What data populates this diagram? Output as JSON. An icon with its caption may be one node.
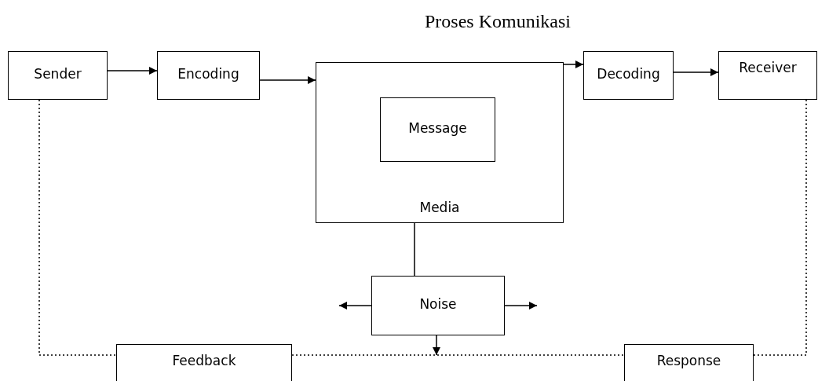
{
  "diagram": {
    "title": "Proses Komunikasi",
    "nodes": [
      {
        "text": [
          "Sender"
        ]
      },
      {
        "text": [
          "Encoding"
        ]
      },
      {
        "text": [
          "Media"
        ]
      },
      {
        "text": [
          "Message"
        ],
        "in": 2
      },
      {
        "text": [
          "Decoding"
        ]
      },
      {
        "text": [
          "Receiver"
        ]
      },
      {
        "text": [
          "Noise"
        ]
      },
      {
        "text": [
          "Feedback"
        ]
      },
      {
        "text": [
          "Response"
        ]
      }
    ],
    "edges": [
      {
        "from": 0,
        "to": 1,
        "arrow": "to"
      },
      {
        "from": 1,
        "to": 2,
        "arrow": "to"
      },
      {
        "from": 2,
        "to": 4,
        "arrow": "to"
      },
      {
        "from": 4,
        "to": 5,
        "arrow": "to"
      },
      {
        "from": 2,
        "to": 6,
        "arrow": "none"
      },
      {
        "from": 6,
        "to": null,
        "arrow": "to"
      },
      {
        "from": 6,
        "to": null,
        "arrow": "to"
      },
      {
        "from": 6,
        "to": null,
        "arrow": "to"
      },
      {
        "from": 0,
        "to": 7,
        "arrow": "none",
        "style": "dashed"
      },
      {
        "from": 7,
        "to": 8,
        "arrow": "none",
        "style": "dashed"
      },
      {
        "from": 8,
        "to": 5,
        "arrow": "none",
        "style": "dashed"
      }
    ]
  }
}
